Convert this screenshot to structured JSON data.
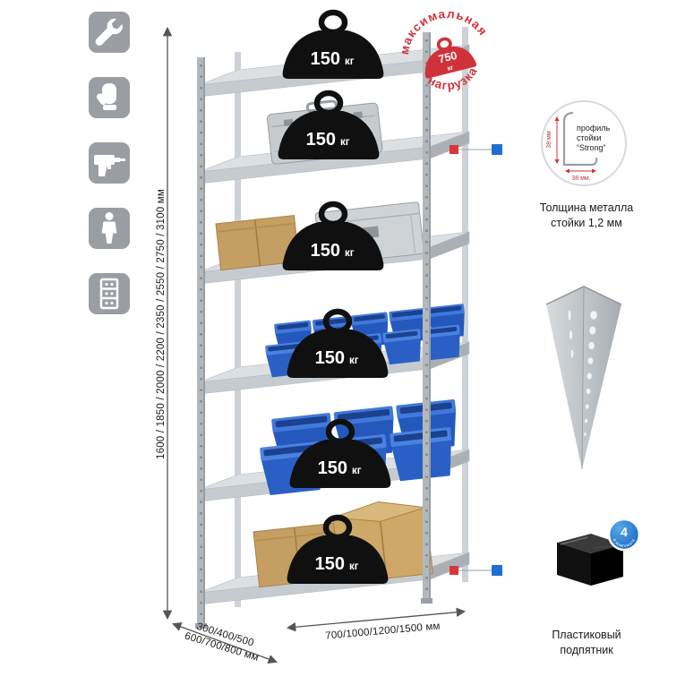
{
  "palette": {
    "red": "#cf3339",
    "blue": "#1f6fd0",
    "icon_gray": "#9a9ea3"
  },
  "sidebar_icons": [
    {
      "name": "wrench"
    },
    {
      "name": "work-glove"
    },
    {
      "name": "drill"
    },
    {
      "name": "person"
    },
    {
      "name": "perforated-post"
    }
  ],
  "dimensions": {
    "height": "1600 / 1850 / 2000 / 2200 / 2350 / 2550 / 2750 / 3100 мм",
    "depth_line1": "300/400/500",
    "depth_line2": "600/700/800 мм",
    "width": "700/1000/1200/1500 мм"
  },
  "shelf_load": {
    "value": "150",
    "unit": "кг"
  },
  "max_load": {
    "arc_top": "максимальная",
    "arc_bottom": "нагрузка",
    "value": "750",
    "unit": "кг"
  },
  "profile": {
    "line1": "профиль",
    "line2": "стойки",
    "line3": "“Strong”",
    "dim_v": "38 мм",
    "dim_h": "38 мм.",
    "caption1": "Толщина металла",
    "caption2": "стойки 1,2 мм"
  },
  "foot": {
    "badge_value": "4",
    "badge_ring_text": "в комплекте",
    "caption1": "Пластиковый",
    "caption2": "подпятник"
  }
}
